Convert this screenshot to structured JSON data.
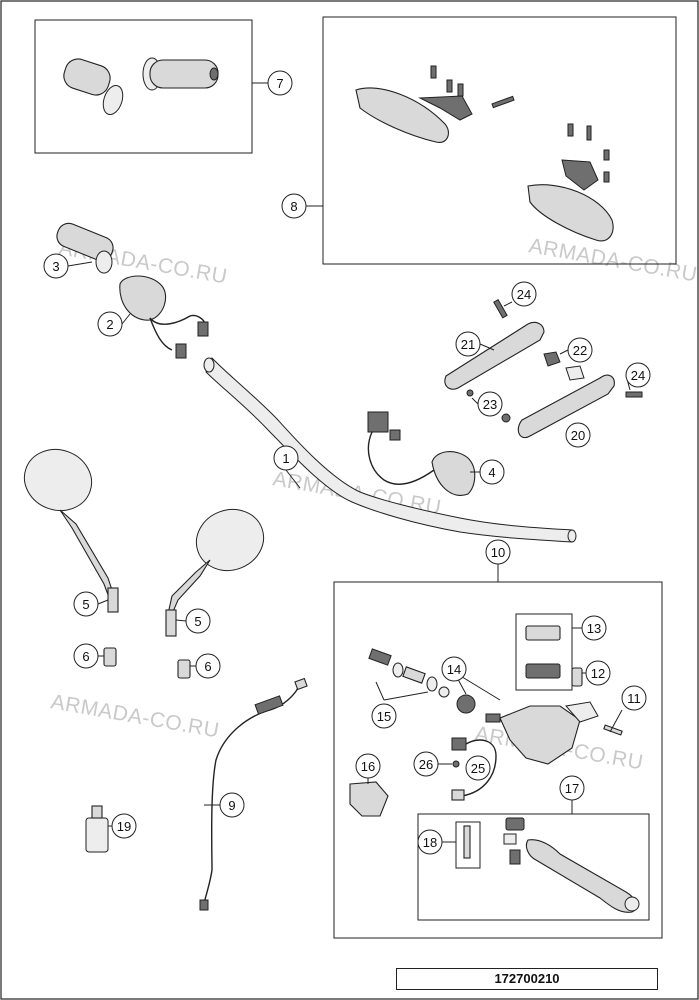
{
  "watermark": "ARMADA-CO.RU",
  "drawing_code": "172700210",
  "callouts": [
    "1",
    "2",
    "3",
    "4",
    "5",
    "5",
    "6",
    "6",
    "7",
    "8",
    "9",
    "10",
    "11",
    "12",
    "13",
    "14",
    "15",
    "16",
    "17",
    "18",
    "19",
    "20",
    "21",
    "22",
    "23",
    "24",
    "24",
    "25",
    "26"
  ],
  "colors": {
    "line": "#222222",
    "part_fill": "#d9d9d9",
    "watermark": "#c9c9c9"
  }
}
